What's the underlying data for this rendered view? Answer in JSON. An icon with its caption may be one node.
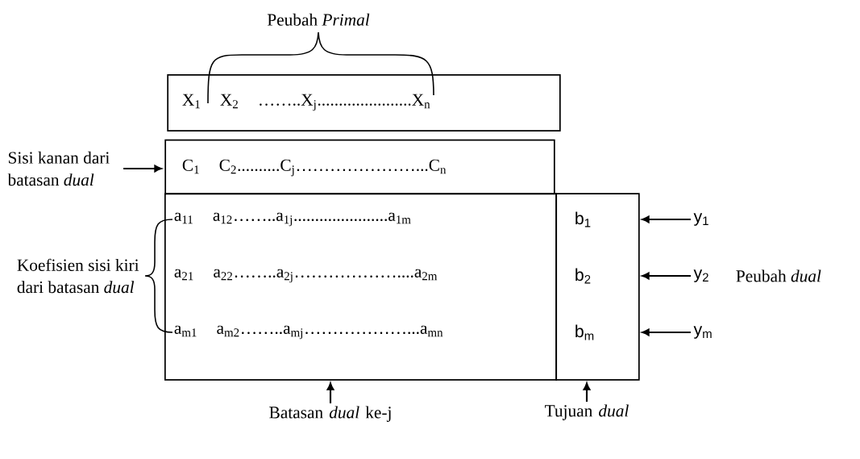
{
  "diagram": {
    "nodes": [
      {
        "text": [
          "X$_{1}$ X$_{2}$ ……..X$_{j}$......................X$_{n}$"
        ]
      },
      {
        "text": [
          "C$_{1}$ C$_{2}$..........C$_{j}$…………………...C$_{n}$"
        ]
      },
      {
        "text": [
          "a$_{11}$ a$_{12}$……..a$_{1j}$......................a$_{1m}$",
          "a$_{21}$ a$_{22}$……..a$_{2j}$………………....a$_{2m}$",
          "a$_{m1}$ a$_{m2}$……..a$_{mj}$………………...a$_{mn}$"
        ]
      },
      {
        "text": [
          "b$_{1}$",
          "b$_{2}$",
          "b$_{m}$"
        ]
      },
      {
        "text": [
          "Sisi kanan dari batasan *dual*"
        ]
      },
      {
        "text": [
          "y$_{1}$"
        ]
      },
      {
        "text": [
          "y$_{2}$"
        ]
      },
      {
        "text": [
          "y$_{m}$"
        ]
      },
      {
        "text": [
          "Batasan *dual* ke-j"
        ]
      },
      {
        "text": [
          "Tujuan *dual*"
        ]
      }
    ],
    "edges": [
      {
        "from": 4,
        "to": 1,
        "arrow": "to"
      },
      {
        "from": 5,
        "to": 3,
        "arrow": "to"
      },
      {
        "from": 6,
        "to": 3,
        "arrow": "to"
      },
      {
        "from": 7,
        "to": 3,
        "arrow": "to"
      },
      {
        "from": 8,
        "to": 2,
        "arrow": "to"
      },
      {
        "from": 9,
        "to": 3,
        "arrow": "to"
      }
    ],
    "labels": [
      "Peubah *Primal*",
      "Koefisien sisi kiri dari batasan *dual*",
      "Peubah *dual*"
    ]
  }
}
